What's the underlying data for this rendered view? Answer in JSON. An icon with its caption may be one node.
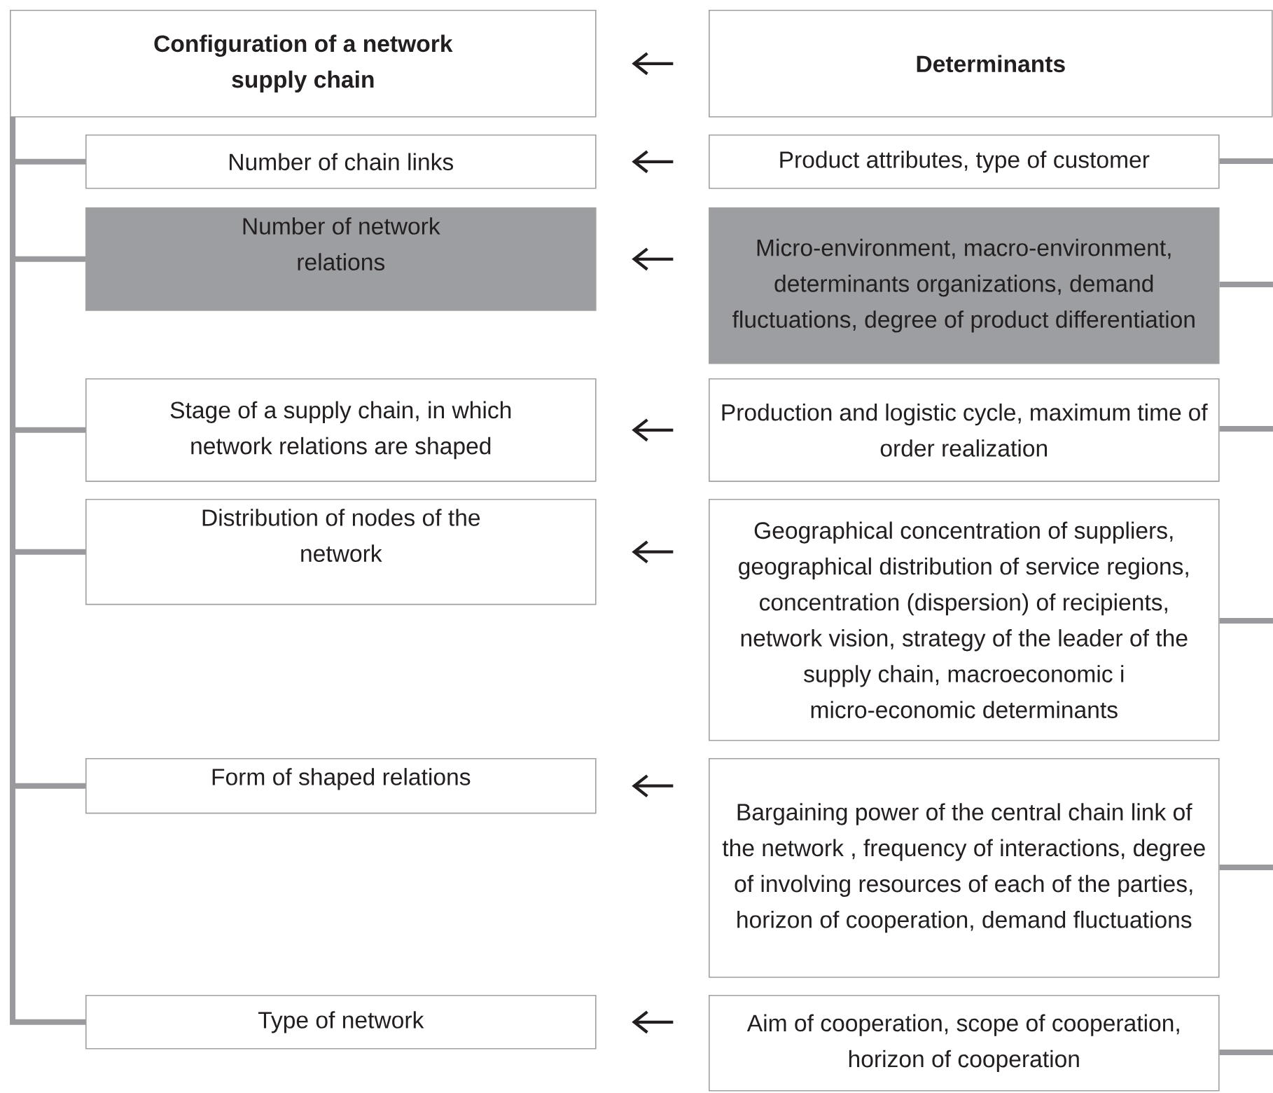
{
  "diagram": {
    "nodes": [
      {
        "text": [
          "Configuration of a network supply chain"
        ]
      },
      {
        "text": [
          "Determinants"
        ]
      },
      {
        "text": [
          "Number of chain links"
        ]
      },
      {
        "text": [
          "Product attributes, type of customer"
        ]
      },
      {
        "text": [
          "Number of network relations"
        ]
      },
      {
        "text": [
          "Micro-environment, macro-environment, determinants organizations, demand fluctuations, degree of product differentiation"
        ]
      },
      {
        "text": [
          "Stage of a supply chain, in which network relations are shaped"
        ]
      },
      {
        "text": [
          "Production and logistic cycle, maximum time of order realization"
        ]
      },
      {
        "text": [
          "Distribution of nodes of the network"
        ]
      },
      {
        "text": [
          "Geographical concentration of suppliers, geographical distribution of service regions, concentration (dispersion) of recipients, network vision, strategy of the leader of the supply chain, macroeconomic i micro-economic determinants"
        ]
      },
      {
        "text": [
          "Form of shaped relations"
        ]
      },
      {
        "text": [
          "Bargaining power of the central chain link of the network , frequency of interactions, degree of involving resources of each of the parties, horizon of cooperation, demand fluctuations"
        ]
      },
      {
        "text": [
          "Type of network"
        ]
      },
      {
        "text": [
          "Aim of cooperation, scope of cooperation, horizon of cooperation"
        ]
      }
    ],
    "edges": [
      {
        "from": 0,
        "to": 2,
        "arrow": "none"
      },
      {
        "from": 0,
        "to": 4,
        "arrow": "none"
      },
      {
        "from": 0,
        "to": 6,
        "arrow": "none"
      },
      {
        "from": 0,
        "to": 8,
        "arrow": "none"
      },
      {
        "from": 0,
        "to": 10,
        "arrow": "none"
      },
      {
        "from": 0,
        "to": 12,
        "arrow": "none"
      },
      {
        "from": 1,
        "to": 0,
        "arrow": "to",
        "color": "#231f20"
      },
      {
        "from": 3,
        "to": 2,
        "arrow": "to",
        "color": "#231f20"
      },
      {
        "from": 5,
        "to": 4,
        "arrow": "to",
        "color": "#231f20"
      },
      {
        "from": 7,
        "to": 6,
        "arrow": "to",
        "color": "#231f20"
      },
      {
        "from": 9,
        "to": 8,
        "arrow": "to",
        "color": "#231f20"
      },
      {
        "from": 11,
        "to": 10,
        "arrow": "to",
        "color": "#231f20"
      },
      {
        "from": 13,
        "to": 12,
        "arrow": "to",
        "color": "#231f20"
      },
      {
        "from": 3,
        "to": null,
        "arrow": "none"
      },
      {
        "from": 5,
        "to": null,
        "arrow": "none"
      },
      {
        "from": 7,
        "to": null,
        "arrow": "none"
      },
      {
        "from": 9,
        "to": null,
        "arrow": "none"
      },
      {
        "from": 11,
        "to": null,
        "arrow": "none"
      },
      {
        "from": 13,
        "to": null,
        "arrow": "none"
      }
    ]
  }
}
